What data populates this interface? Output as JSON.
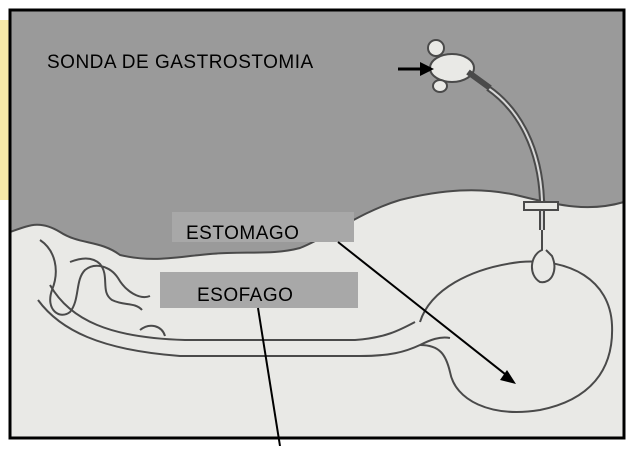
{
  "diagram": {
    "labels": {
      "sonda": "SONDA DE GASTROSTOMIA",
      "estomago": "ESTOMAGO",
      "esofago": "ESOFAGO"
    },
    "colors": {
      "background_gray": "#9a9a9a",
      "body_fill": "#e9e9e6",
      "outline": "#4a4a4a",
      "frame": "#000000",
      "label_box": "#a8a8a8",
      "watermark": "#f7e9a8",
      "arrow": "#000000"
    }
  }
}
